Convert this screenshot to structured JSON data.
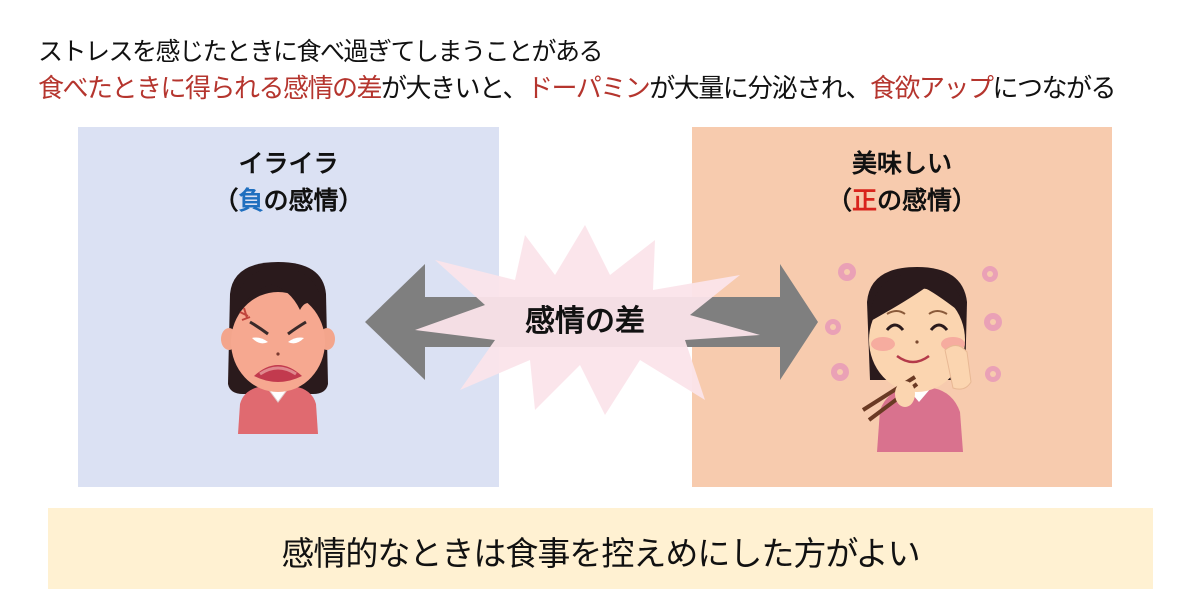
{
  "header": {
    "line1": "ストレスを感じたときに食べ過ぎてしまうことがある",
    "line2_segments": [
      {
        "text": "食べたときに得られる感情の差",
        "highlight": true
      },
      {
        "text": "が大きいと、",
        "highlight": false
      },
      {
        "text": "ドーパミン",
        "highlight": true
      },
      {
        "text": "が大量に分泌され、",
        "highlight": false
      },
      {
        "text": "食欲アップ",
        "highlight": true
      },
      {
        "text": "につながる",
        "highlight": false
      }
    ]
  },
  "left_panel": {
    "title": "イライラ",
    "subtitle_open": "（",
    "subtitle_key": "負",
    "subtitle_rest": "の感情）",
    "illustration": "angry-woman-illustration",
    "background": "#dbe1f3",
    "key_color": "#1f6fbf"
  },
  "right_panel": {
    "title": "美味しい",
    "subtitle_open": "（",
    "subtitle_key": "正",
    "subtitle_rest": "の感情）",
    "illustration": "happy-eating-woman-illustration",
    "background": "#f7cbae",
    "key_color": "#d8231c"
  },
  "center": {
    "label": "感情の差",
    "arrow_color": "#7f7f7f",
    "burst_color": "#fbe4ea"
  },
  "banner": {
    "text": "感情的なときは食事を控えめにした方がよい",
    "background": "#fff1d2"
  },
  "colors": {
    "highlight": "#b5352e"
  }
}
